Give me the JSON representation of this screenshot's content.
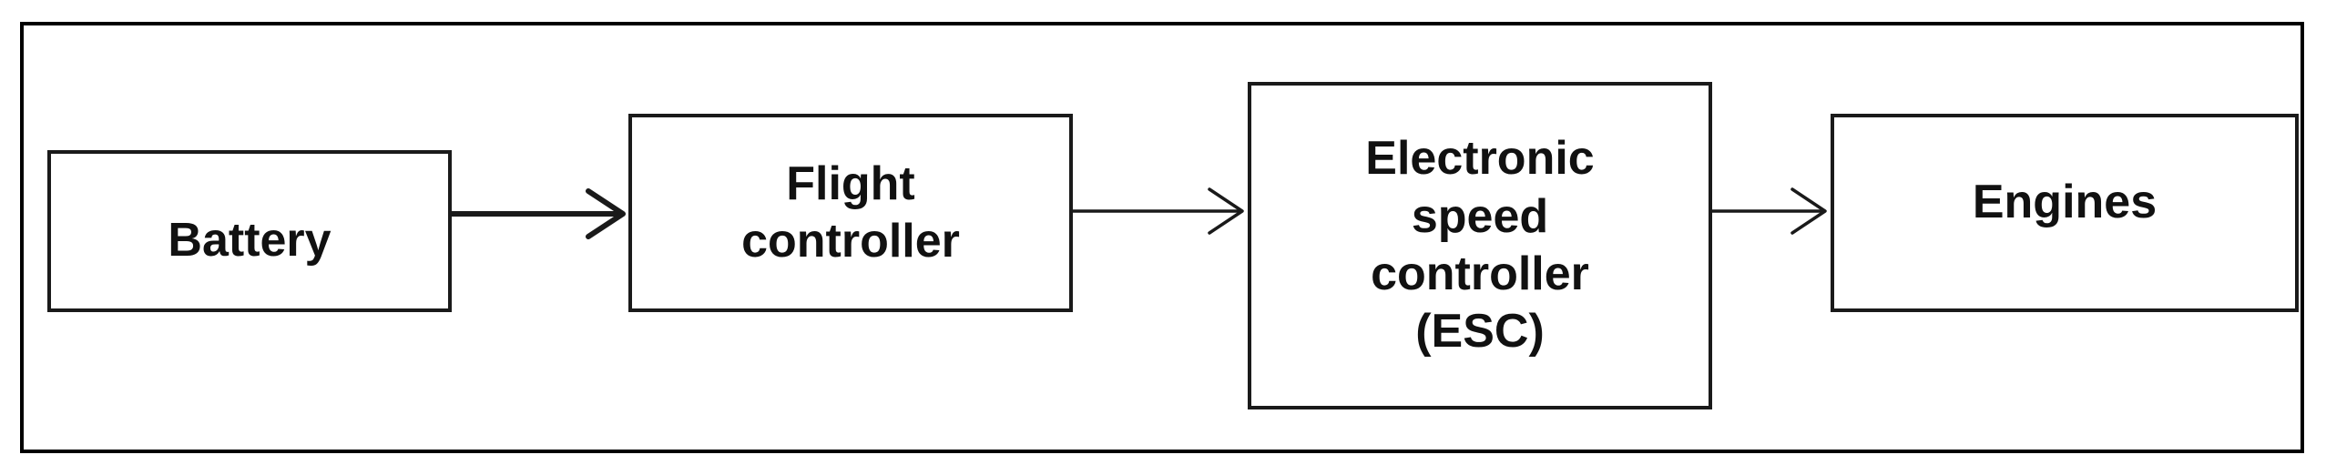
{
  "diagram": {
    "nodes": [
      {
        "id": "battery",
        "label": "Battery"
      },
      {
        "id": "flight_controller",
        "label": "Flight\ncontroller"
      },
      {
        "id": "esc",
        "label": "Electronic\nspeed\ncontroller\n(ESC)"
      },
      {
        "id": "engines",
        "label": "Engines"
      }
    ],
    "edges": [
      {
        "from": "battery",
        "to": "flight_controller"
      },
      {
        "from": "flight_controller",
        "to": "esc"
      },
      {
        "from": "esc",
        "to": "engines"
      }
    ]
  }
}
